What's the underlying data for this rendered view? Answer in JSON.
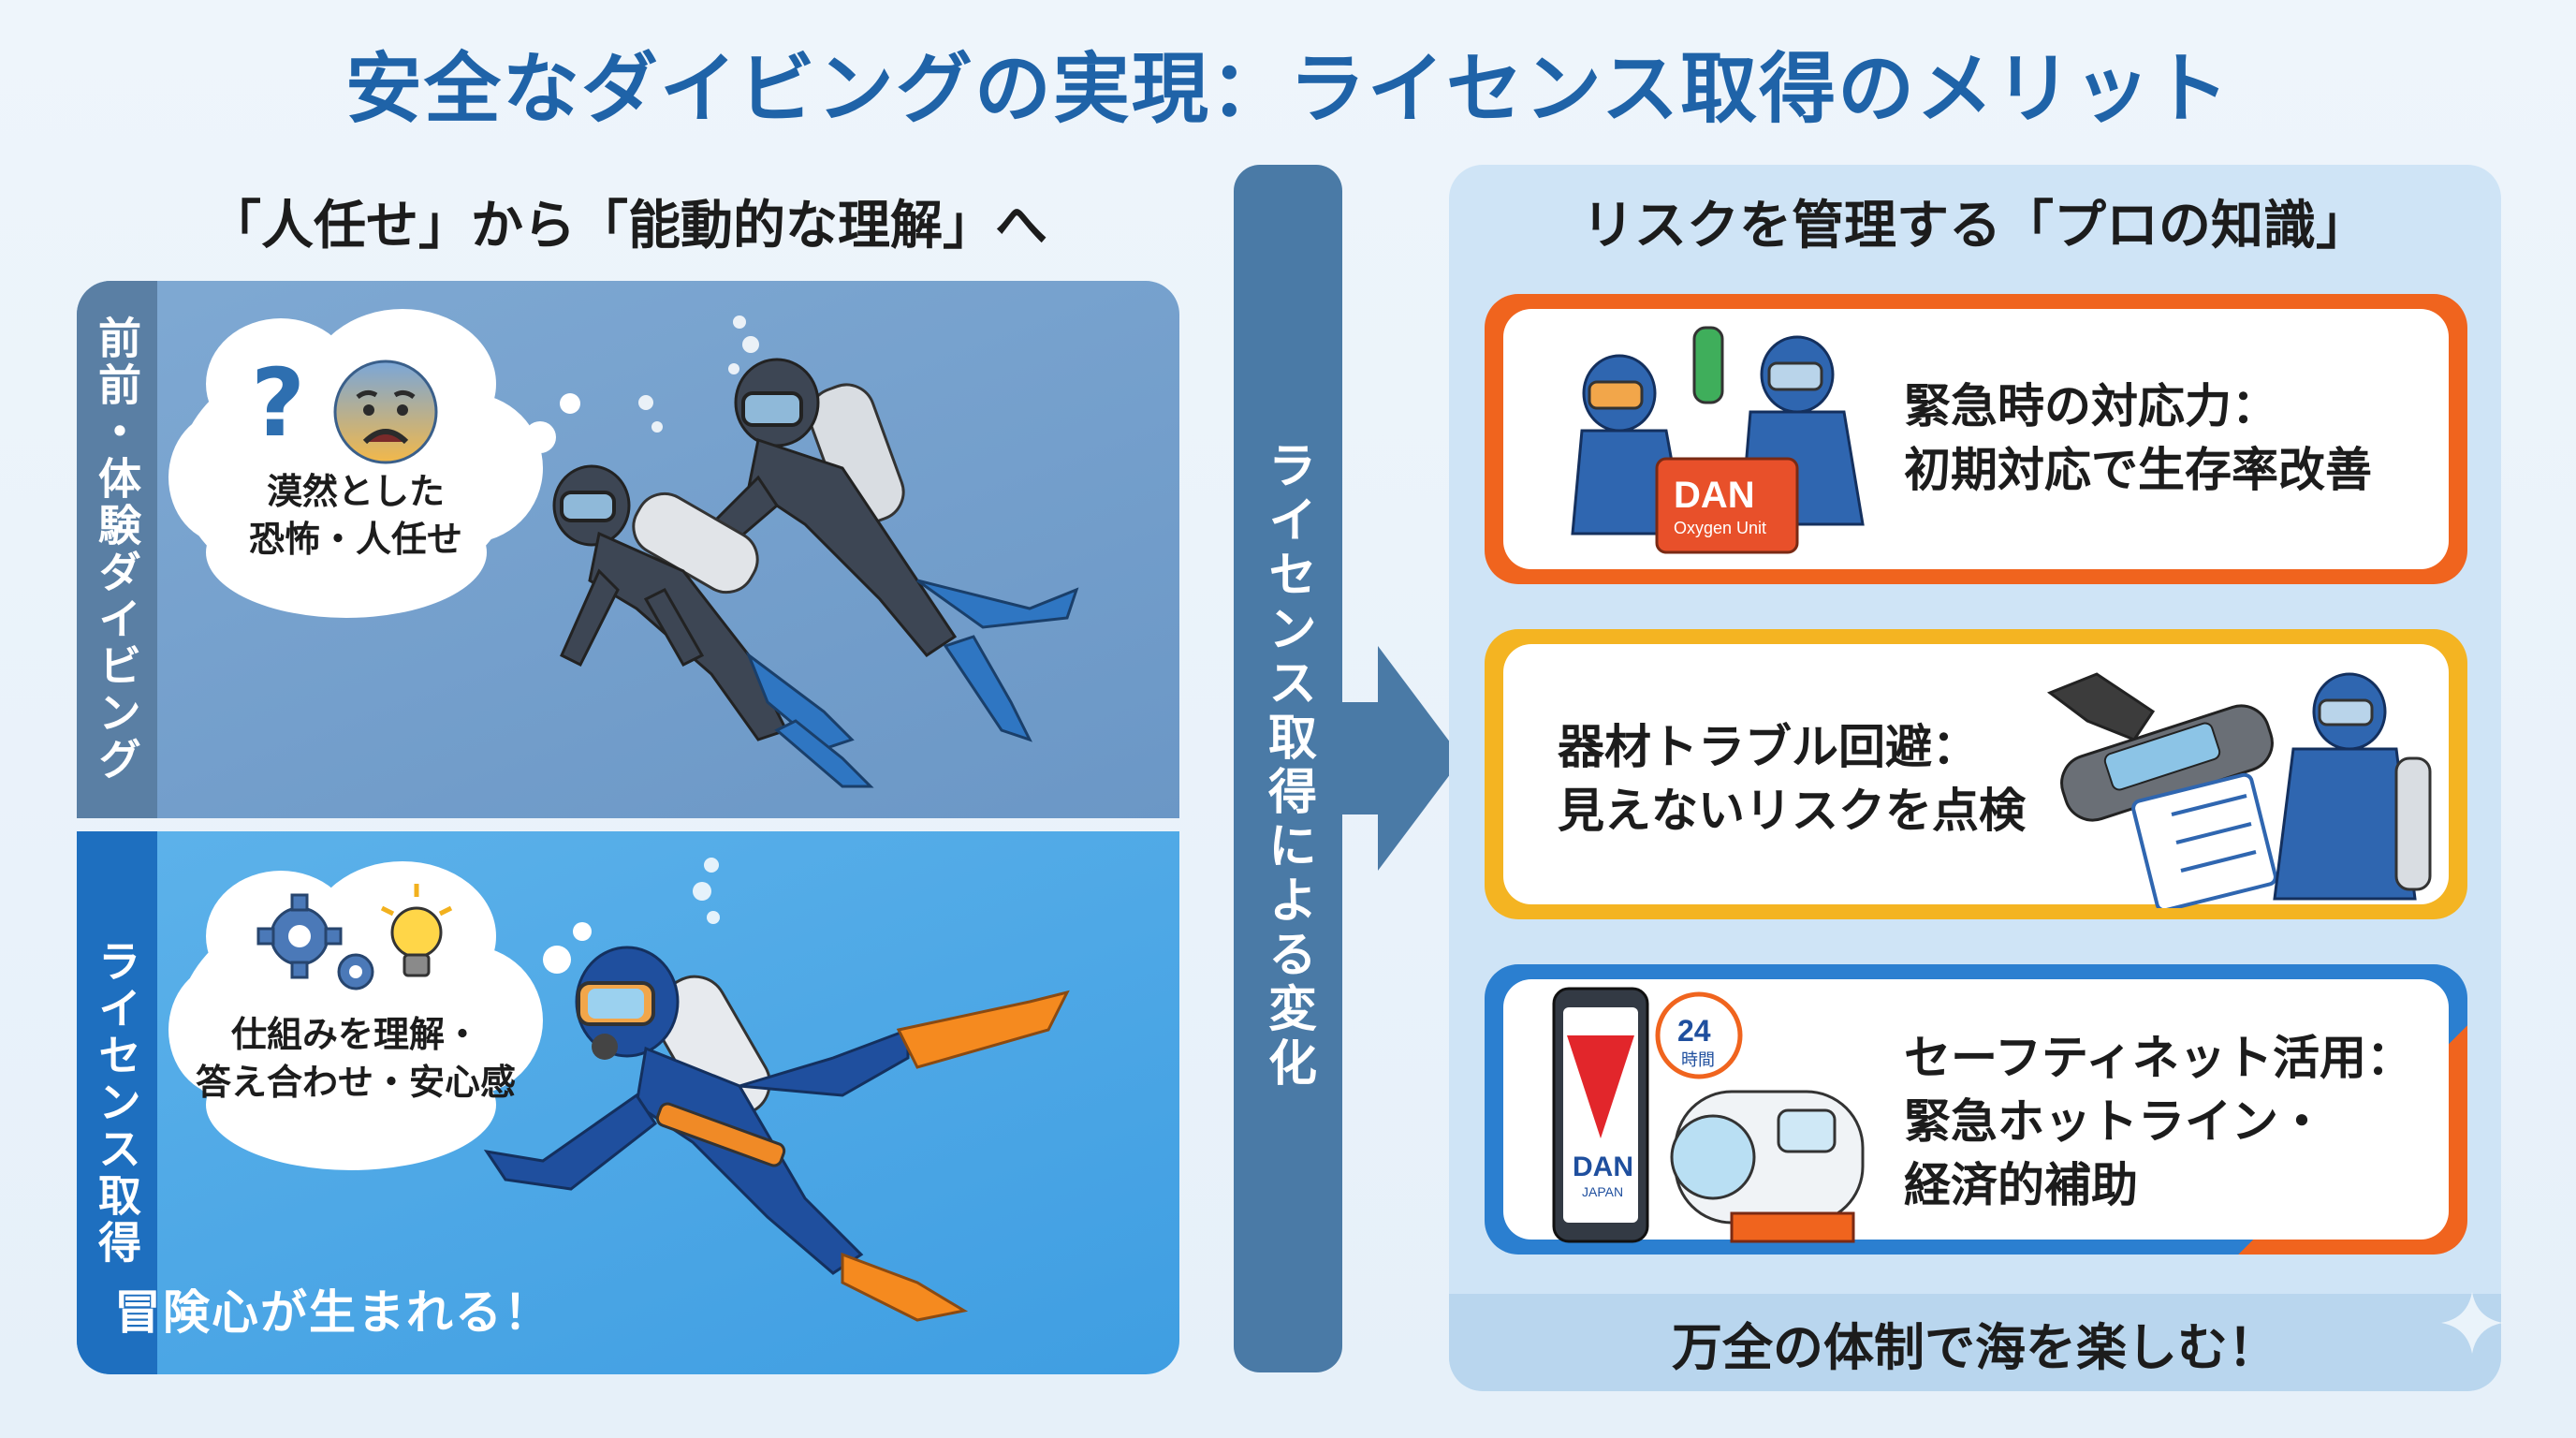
{
  "title": "安全なダイビングの実現：ライセンス取得のメリット",
  "left": {
    "heading": "「人任せ」から「能動的な理解」へ",
    "before": {
      "side_label": "前前・体験ダイビング",
      "thought_line1": "漠然とした",
      "thought_line2": "恐怖・人任せ",
      "question_glyph": "?"
    },
    "after": {
      "side_label": "ライセンス取得",
      "thought_line1": "仕組みを理解・",
      "thought_line2": "答え合わせ・安心感",
      "slogan": "冒険心が生まれる！"
    }
  },
  "center": {
    "label": "ライセンス取得による変化"
  },
  "right": {
    "heading": "リスクを管理する「プロの知識」",
    "cards": [
      {
        "line1": "緊急時の対応力：",
        "line2": "初期対応で生存率改善",
        "kit_brand": "DAN",
        "kit_sub": "Oxygen Unit"
      },
      {
        "line1": "器材トラブル回避：",
        "line2": "見えないリスクを点検"
      },
      {
        "line1": "セーフティネット活用：",
        "line2": "緊急ホットライン・",
        "line3": "経済的補助",
        "phone_brand": "DAN",
        "phone_sub": "JAPAN",
        "badge_num": "24",
        "badge_unit": "時間"
      }
    ],
    "footer": "万全の体制で海を楽しむ！"
  },
  "colors": {
    "title": "#1f63a8",
    "card1_accent": "#f0641e",
    "card2_accent": "#f4b422",
    "card3_accent": "#2b7fd0",
    "fin_orange": "#f58a1f"
  }
}
